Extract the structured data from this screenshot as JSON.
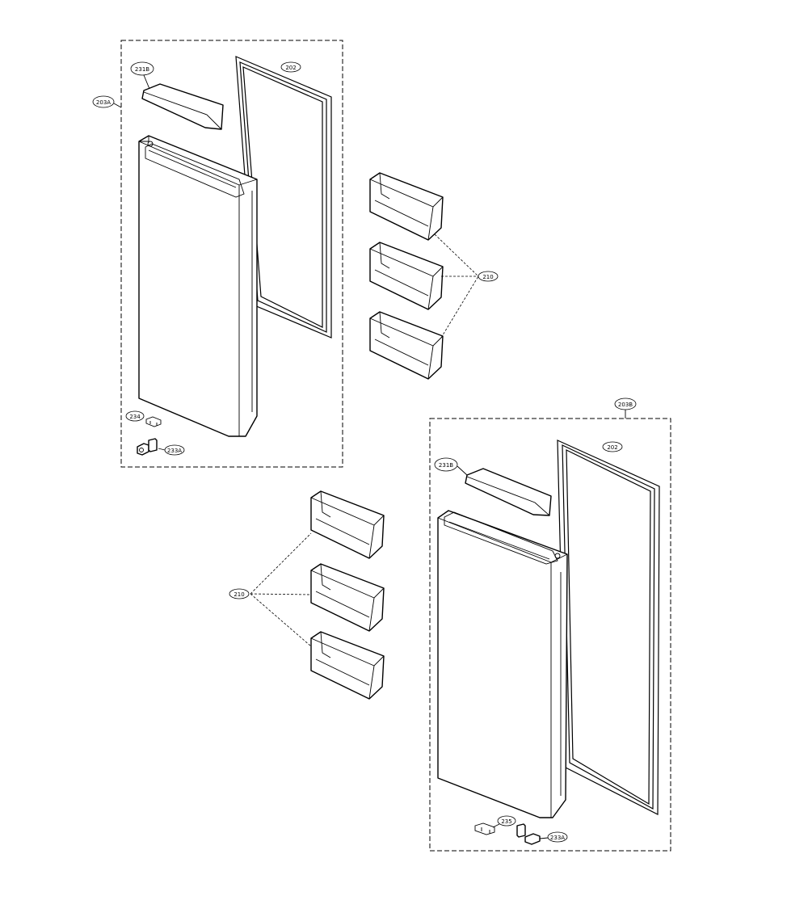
{
  "callouts": {
    "door_left_assy": "203A",
    "handle_left": "231B",
    "gasket_left": "202",
    "hinge_left_a": "234",
    "hinge_left_b": "233A",
    "basket_right_group": "210",
    "door_right_assy": "203B",
    "handle_right": "231B",
    "gasket_right": "202",
    "basket_left_group": "210",
    "hinge_right_a": "235",
    "hinge_right_b": "233A"
  },
  "colors": {
    "line": "#000000",
    "background": "#ffffff"
  }
}
